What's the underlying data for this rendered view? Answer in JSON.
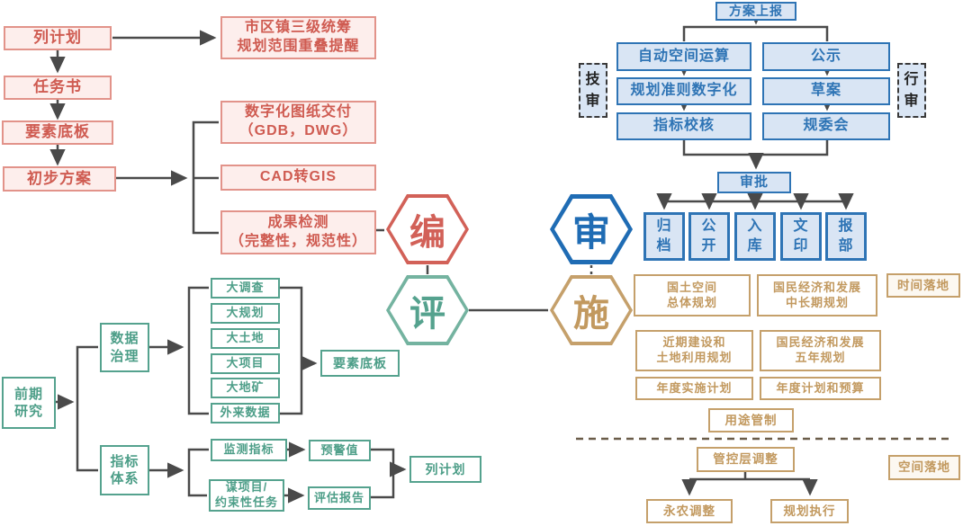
{
  "red_cluster": {
    "chain": [
      "列计划",
      "任务书",
      "要素底板",
      "初步方案"
    ],
    "reminder": "市区镇三级统筹\n规划范围重叠提醒",
    "deliver": "数字化图纸交付\n（GDB，DWG）",
    "cad": "CAD转GIS",
    "check": "成果检测\n（完整性，规范性）"
  },
  "hexagons": {
    "bian": "编",
    "ping": "评",
    "shen": "审",
    "shi": "施"
  },
  "blue_cluster": {
    "top": "方案上报",
    "tech_label": "技\n审",
    "admin_label": "行\n审",
    "tech_steps": [
      "自动空间运算",
      "规划准则数字化",
      "指标校核"
    ],
    "admin_steps": [
      "公示",
      "草案",
      "规委会"
    ],
    "approve": "审批",
    "outputs": [
      "归\n档",
      "公\n开",
      "入\n库",
      "文\n印",
      "报\n部"
    ]
  },
  "tan_cluster": {
    "row1": [
      "国土空间\n总体规划",
      "国民经济和发展\n中长期规划"
    ],
    "time_label": "时间落地",
    "row2": [
      "近期建设和\n土地利用规划",
      "国民经济和发展\n五年规划"
    ],
    "row3": [
      "年度实施计划",
      "年度计划和预算"
    ],
    "use_control": "用途管制",
    "adjust": "管控层调整",
    "bottom": [
      "永农调整",
      "规划执行"
    ],
    "space_label": "空间落地"
  },
  "green_cluster": {
    "start": "前期\n研究",
    "data_gov": "数据\n治理",
    "indicator": "指标\n体系",
    "data_items": [
      "大调查",
      "大规划",
      "大土地",
      "大项目",
      "大地矿",
      "外来数据"
    ],
    "element_base": "要素底板",
    "monitor": "监测指标",
    "warning": "预警值",
    "tasks": "谋项目/\n约束性任务",
    "report": "评估报告",
    "plan": "列计划"
  },
  "colors": {
    "red": "#cf5b51",
    "green": "#4d9e88",
    "blue": "#2e74b5",
    "tan": "#c2995f",
    "wire": "#4a4a4a"
  }
}
